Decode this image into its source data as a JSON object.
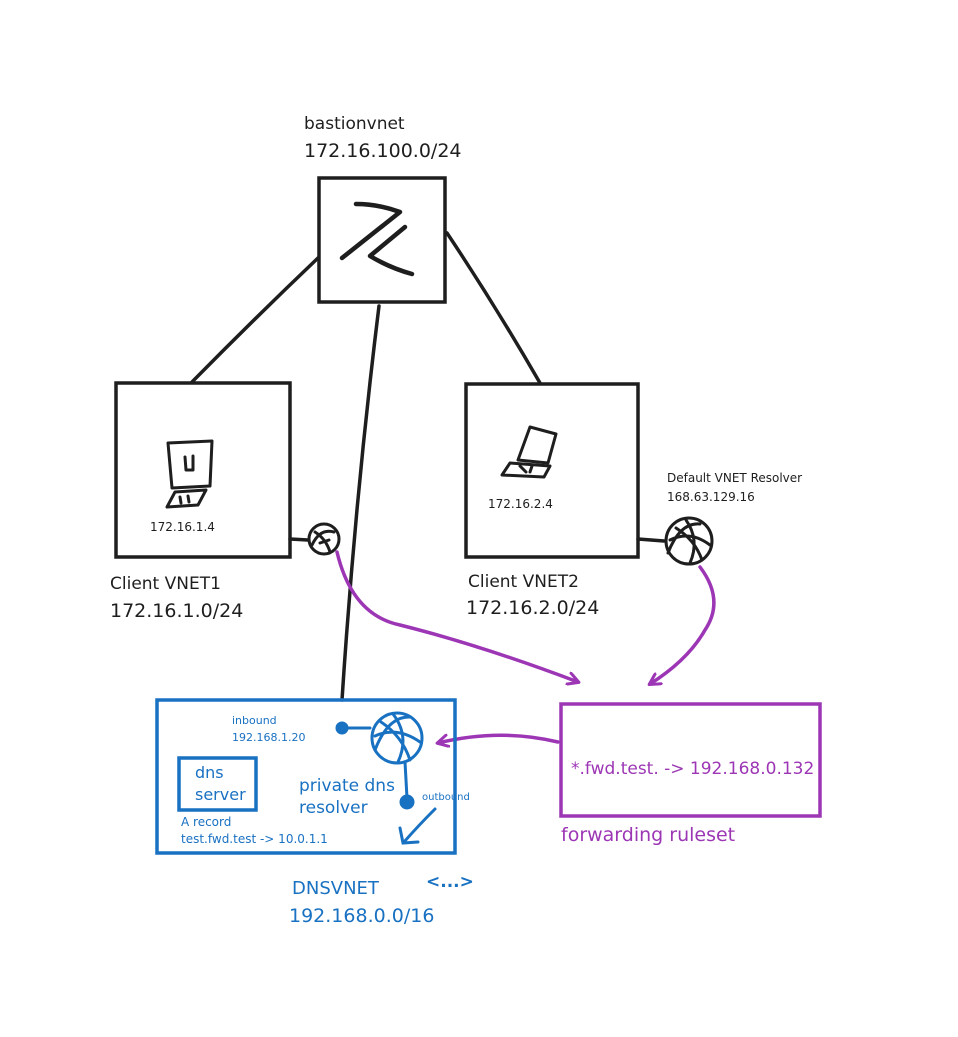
{
  "colors": {
    "ink": "#1e1e1e",
    "blue": "#1971c2",
    "purple": "#9c36b5",
    "background": "#ffffff"
  },
  "bastion": {
    "name": "bastionvnet",
    "cidr": "172.16.100.0/24",
    "icon": "bastion-z-icon"
  },
  "client1": {
    "name": "Client VNET1",
    "cidr": "172.16.1.0/24",
    "vm_ip": "172.16.1.4",
    "icon": "vm-monitor-icon"
  },
  "client2": {
    "name": "Client VNET2",
    "cidr": "172.16.2.0/24",
    "vm_ip": "172.16.2.4",
    "icon": "vm-laptop-icon"
  },
  "default_resolver": {
    "label": "Default VNET Resolver",
    "ip": "168.63.129.16",
    "icon": "resolver-globe-icon"
  },
  "dnsvnet": {
    "name": "DNSVNET",
    "cidr": "192.168.0.0/16",
    "peering_marker": "<...>",
    "inbound_label": "inbound",
    "inbound_ip": "192.168.1.20",
    "resolver_label_1": "private dns",
    "resolver_label_2": "resolver",
    "outbound_label": "outbound",
    "dns_server_label_1": "dns",
    "dns_server_label_2": "server",
    "a_record_label": "A record",
    "a_record_value": "test.fwd.test -> 10.0.1.1",
    "resolver_icon": "private-resolver-globe-icon"
  },
  "ruleset": {
    "rule": "*.fwd.test. -> 192.168.0.132",
    "name": "forwarding ruleset"
  }
}
